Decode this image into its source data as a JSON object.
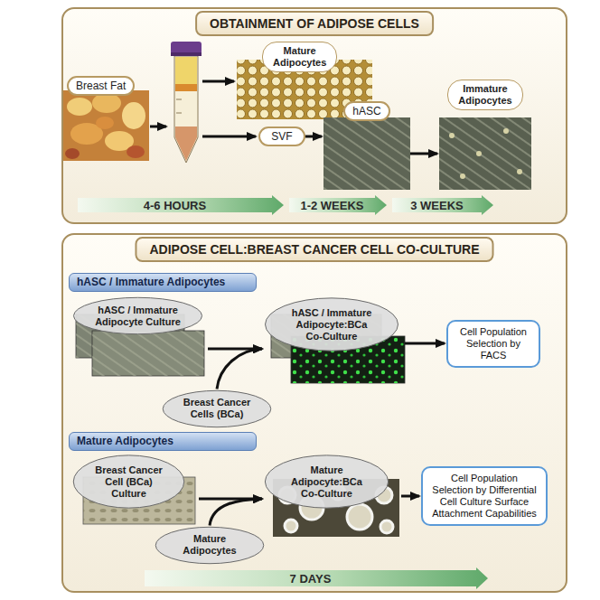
{
  "diagram": {
    "nodes": [
      {
        "text": [
          "OBTAINMENT OF ADIPOSE CELLS"
        ]
      },
      {
        "text": [
          "Breast Fat"
        ],
        "in": 0
      },
      {
        "text": [
          "Mature Adipocytes"
        ],
        "in": 0
      },
      {
        "text": [
          "SVF"
        ],
        "in": 0
      },
      {
        "text": [
          "hASC"
        ],
        "in": 0
      },
      {
        "text": [
          "Immature Adipocytes"
        ],
        "in": 0
      },
      {
        "text": [
          "4-6 HOURS"
        ],
        "in": 0
      },
      {
        "text": [
          "1-2 WEEKS"
        ],
        "in": 0
      },
      {
        "text": [
          "3 WEEKS"
        ],
        "in": 0
      },
      {
        "text": [
          "ADIPOSE CELL:BREAST CANCER CELL CO-CULTURE"
        ]
      },
      {
        "text": [
          "hASC / Immature Adipocytes"
        ],
        "in": 9
      },
      {
        "text": [
          "hASC / Immature Adipocyte Culture"
        ],
        "in": 9
      },
      {
        "text": [
          "hASC / Immature Adipocyte:BCa Co-Culture"
        ],
        "in": 9
      },
      {
        "text": [
          "Breast Cancer Cells (BCa)"
        ],
        "in": 9
      },
      {
        "text": [
          "Cell Population Selection by FACS"
        ],
        "in": 9
      },
      {
        "text": [
          "Mature Adipocytes"
        ],
        "in": 9
      },
      {
        "text": [
          "Breast Cancer Cell (BCa) Culture"
        ],
        "in": 9
      },
      {
        "text": [
          "Mature Adipocytes"
        ],
        "in": 9
      },
      {
        "text": [
          "Mature Adipocyte:BCa Co-Culture"
        ],
        "in": 9
      },
      {
        "text": [
          "Cell Population Selection by Differential Cell Culture Surface Attachment Capabilities"
        ],
        "in": 9
      },
      {
        "text": [
          "7 DAYS"
        ],
        "in": 9
      }
    ],
    "edges": [
      {
        "from": 3,
        "to": 4,
        "arrow": "to"
      },
      {
        "from": 4,
        "to": 5,
        "arrow": "to"
      },
      {
        "from": 11,
        "to": 12,
        "arrow": "to"
      },
      {
        "from": 13,
        "to": 12,
        "arrow": "to"
      },
      {
        "from": 12,
        "to": 14,
        "arrow": "to"
      },
      {
        "from": 16,
        "to": 18,
        "arrow": "to"
      },
      {
        "from": 17,
        "to": 18,
        "arrow": "to"
      },
      {
        "from": 18,
        "to": 19,
        "arrow": "to"
      }
    ]
  }
}
